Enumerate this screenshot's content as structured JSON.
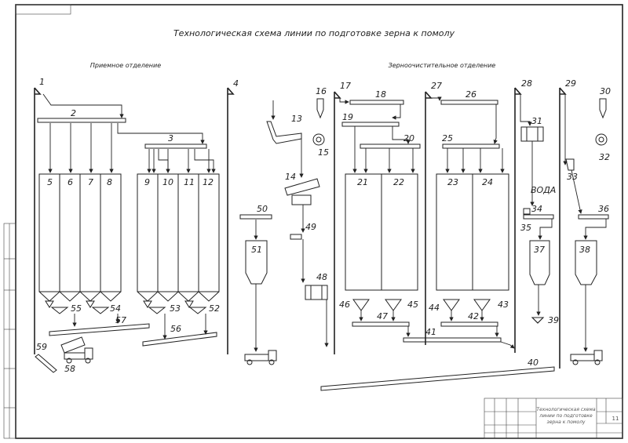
{
  "title": "Технологическая схема линии по подготовке зерна к помолу",
  "sections": {
    "receiving": "Приемное отделение",
    "cleaning": "Зерноочистительное отделение"
  },
  "water_label": "ВОДА",
  "stamp": {
    "doc_title": [
      "Технологическая схема",
      "линии по подготовке",
      "зерна к помолу"
    ],
    "sheet_no": "11"
  },
  "labels": {
    "n1": "1",
    "n2": "2",
    "n3": "3",
    "n4": "4",
    "n5": "5",
    "n6": "6",
    "n7": "7",
    "n8": "8",
    "n9": "9",
    "n10": "10",
    "n11": "11",
    "n12": "12",
    "n13": "13",
    "n14": "14",
    "n15": "15",
    "n16": "16",
    "n17": "17",
    "n18": "18",
    "n19": "19",
    "n20": "20",
    "n21": "21",
    "n22": "22",
    "n23": "23",
    "n24": "24",
    "n25": "25",
    "n26": "26",
    "n27": "27",
    "n28": "28",
    "n29": "29",
    "n30": "30",
    "n31": "31",
    "n32": "32",
    "n33": "33",
    "n34": "34",
    "n35": "35",
    "n36": "36",
    "n37": "37",
    "n38": "38",
    "n39": "39",
    "n40": "40",
    "n41": "41",
    "n42": "42",
    "n43": "43",
    "n44": "44",
    "n45": "45",
    "n46": "46",
    "n47": "47",
    "n48": "48",
    "n49": "49",
    "n50": "50",
    "n51": "51",
    "n52": "52",
    "n53": "53",
    "n54": "54",
    "n55": "55",
    "n56": "56",
    "n57": "57",
    "n58": "58",
    "n59": "59"
  }
}
